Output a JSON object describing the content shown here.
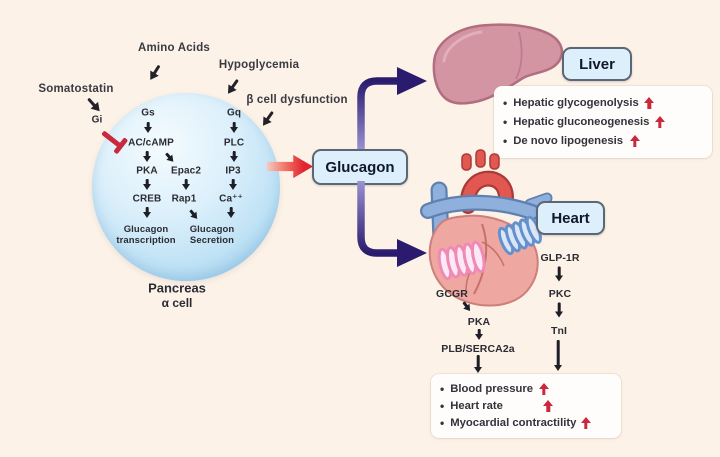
{
  "colors": {
    "background": "#fcf2e7",
    "red": "#c9293c",
    "navy": "#2a1b6e",
    "label-box": "#ddeffa",
    "cell-blue": "#bfe2f5"
  },
  "stimuli": {
    "somatostatin": "Somatostatin",
    "amino_acids": "Amino Acids",
    "hypoglycemia": "Hypoglycemia",
    "beta_cell_dysfunction": "β cell dysfunction"
  },
  "pancreas_cell": {
    "gi": "Gi",
    "gs": "Gs",
    "gq": "Gq",
    "ac_camp": "AC/cAMP",
    "plc": "PLC",
    "pka": "PKA",
    "epac2": "Epac2",
    "ip3": "IP3",
    "creb": "CREB",
    "rap1": "Rap1",
    "calcium": "Ca⁺⁺",
    "transcription": "Glucagon transcription",
    "secretion": "Glucagon Secretion",
    "caption_line1": "Pancreas",
    "caption_line2": "α cell"
  },
  "glucagon": {
    "label": "Glucagon"
  },
  "liver": {
    "label": "Liver",
    "effects": [
      "Hepatic glycogenolysis",
      "Hepatic gluconeogenesis",
      "De novo lipogenesis"
    ]
  },
  "heart": {
    "label": "Heart",
    "gcgr": "GCGR",
    "pka": "PKA",
    "plb_serca2a": "PLB/SERCA2a",
    "glp1r": "GLP-1R",
    "pkc": "PKC",
    "tni": "TnI",
    "effects": [
      "Blood pressure",
      "Heart rate",
      "Myocardial contractility"
    ]
  }
}
